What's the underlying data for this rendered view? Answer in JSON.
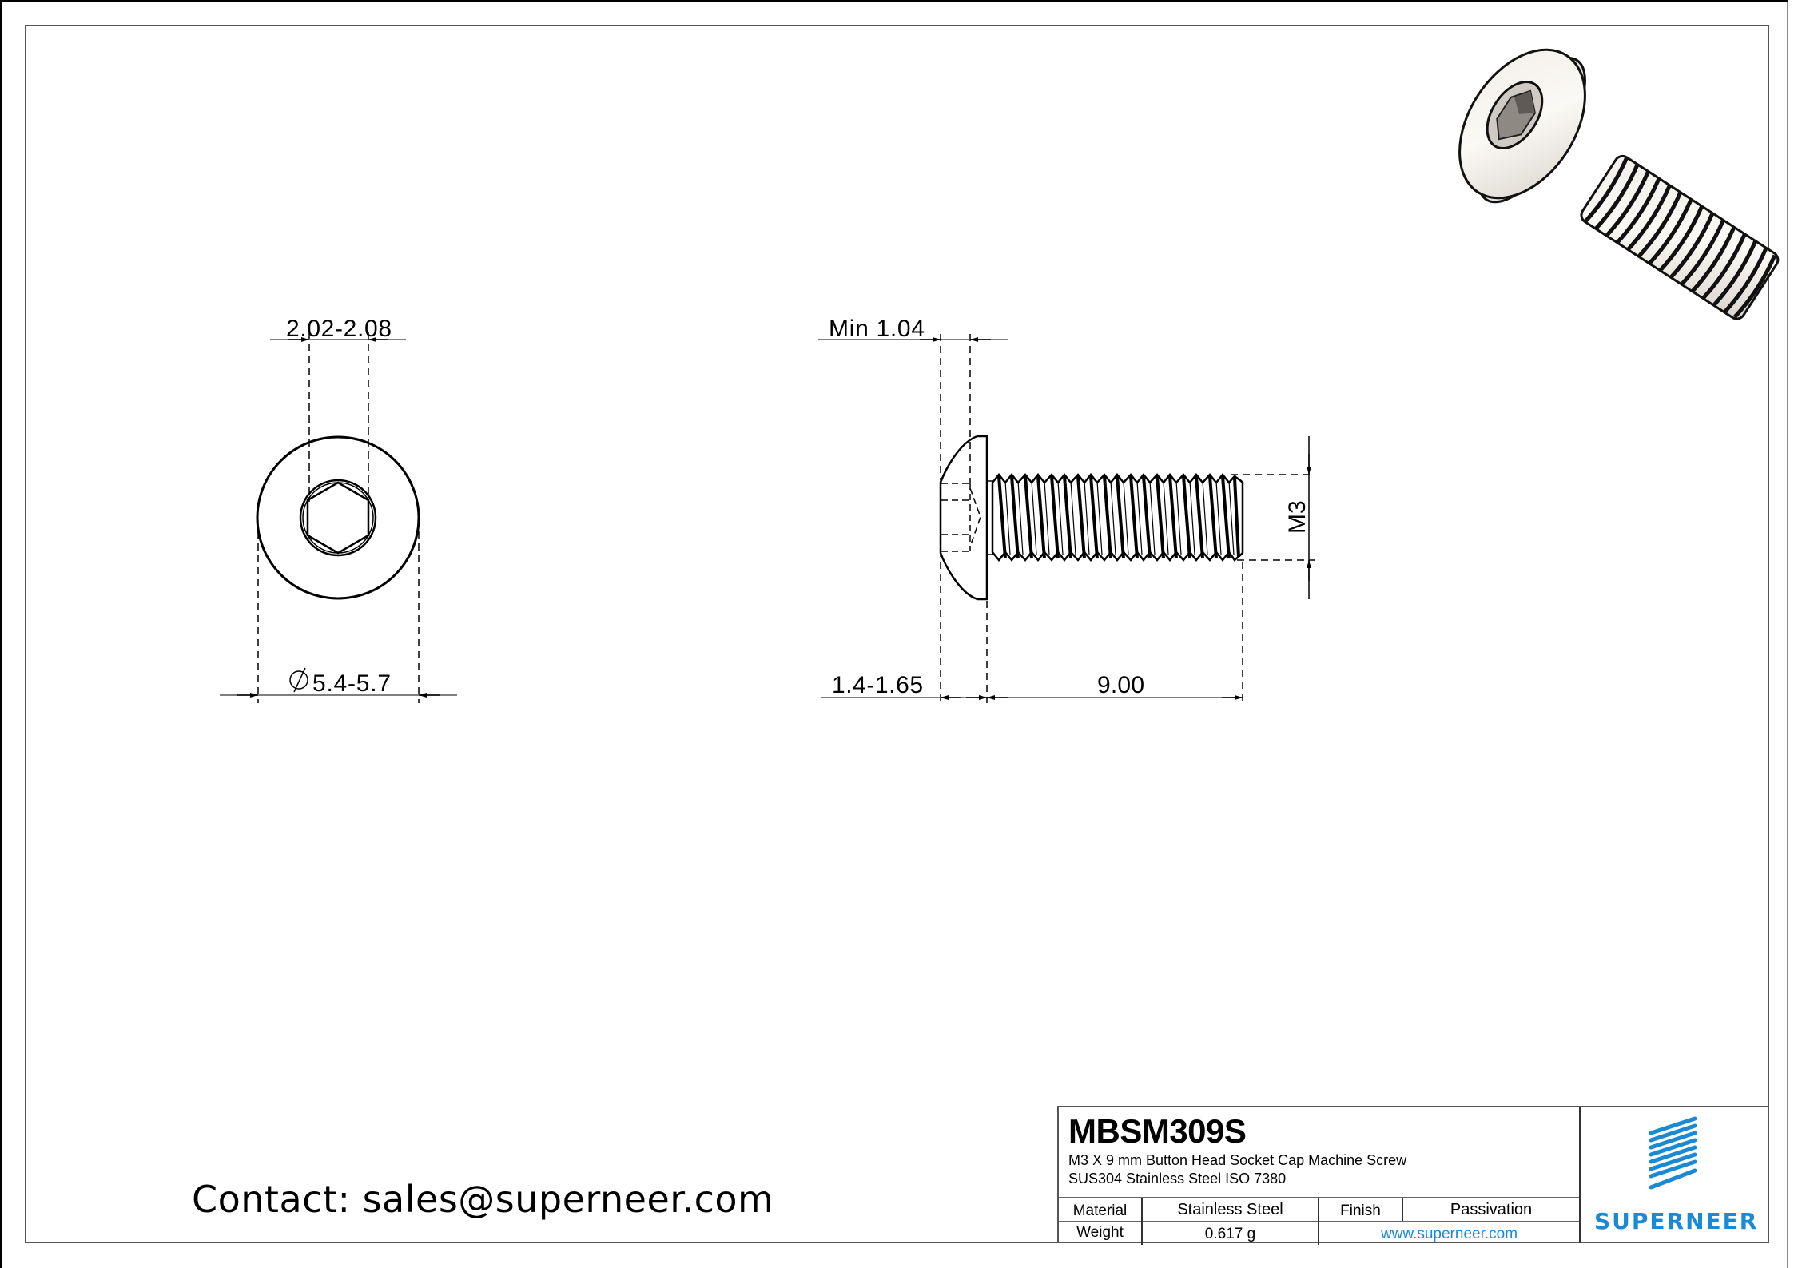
{
  "drawing": {
    "front_view": {
      "socket_width_dim": "2.02-2.08",
      "head_diameter_dim": "5.4-5.7",
      "diameter_symbol": "∅"
    },
    "side_view": {
      "socket_depth_dim": "Min 1.04",
      "head_height_dim": "1.4-1.65",
      "length_dim": "9.00",
      "thread_dim": "M3"
    },
    "isometric_view": {
      "description": "3D render of button head hex socket screw"
    }
  },
  "contact": {
    "label": "Contact: sales@superneer.com"
  },
  "title_block": {
    "part_number": "MBSM309S",
    "description_line1": "M3 X 9 mm  Button Head Socket Cap Machine Screw",
    "description_line2": "SUS304 Stainless Steel ISO 7380",
    "material_label": "Material",
    "material_value": "Stainless Steel",
    "finish_label": "Finish",
    "finish_value": "Passivation",
    "weight_label": "Weight",
    "weight_value": "0.617 g",
    "website": "www.superneer.com",
    "brand": "SUPERNEER",
    "brand_color": "#1a8ad4"
  }
}
